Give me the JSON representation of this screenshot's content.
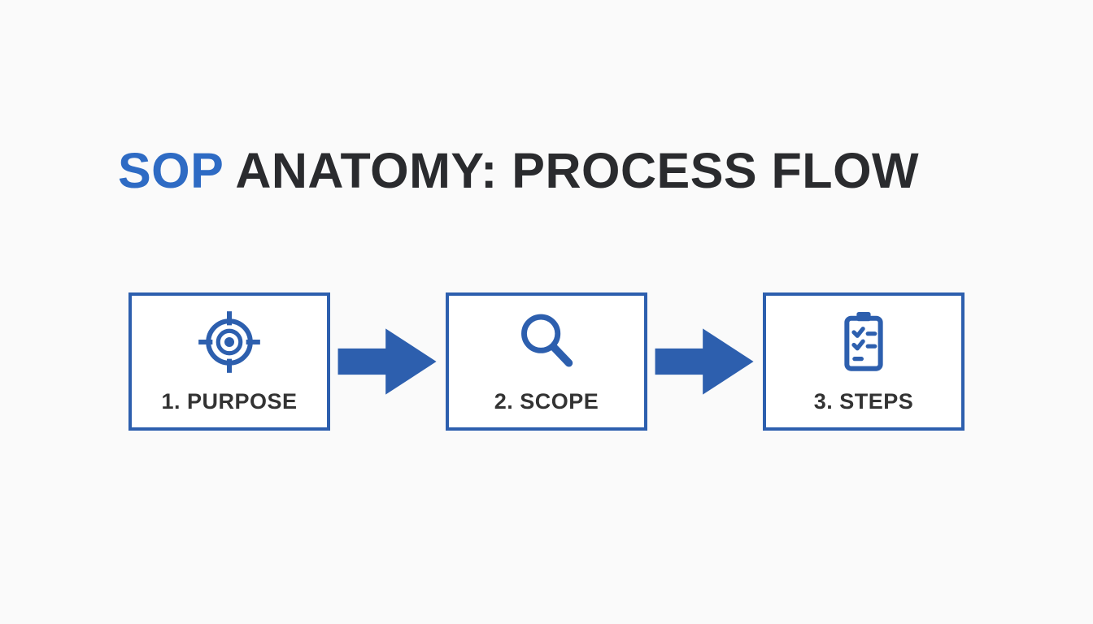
{
  "title": {
    "prefix": "SOP",
    "rest": "ANATOMY: PROCESS FLOW"
  },
  "colors": {
    "accent": "#2d5fae",
    "title_blue": "#2e6bc4",
    "text_dark": "#2a2b2e",
    "background": "#fafafa",
    "box_bg": "#ffffff"
  },
  "flow": {
    "steps": [
      {
        "label": "1. PURPOSE",
        "icon": "target-icon"
      },
      {
        "label": "2. SCOPE",
        "icon": "magnifier-icon"
      },
      {
        "label": "3. STEPS",
        "icon": "clipboard-checklist-icon"
      }
    ]
  }
}
